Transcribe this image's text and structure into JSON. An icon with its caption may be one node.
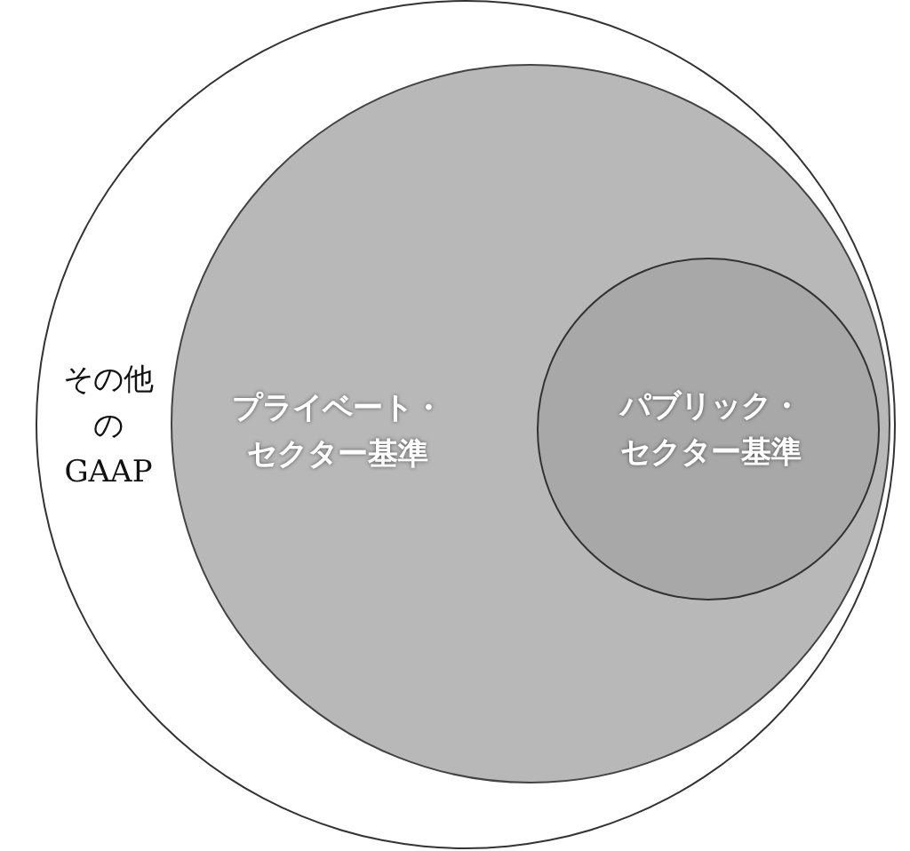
{
  "diagram": {
    "nodes": [
      {
        "text": [
          "その他のGAAP"
        ]
      },
      {
        "text": [
          "プライベート・セクター基準"
        ],
        "in": 0
      },
      {
        "text": [
          "パブリック・セクター基準"
        ],
        "in": 1
      }
    ]
  }
}
